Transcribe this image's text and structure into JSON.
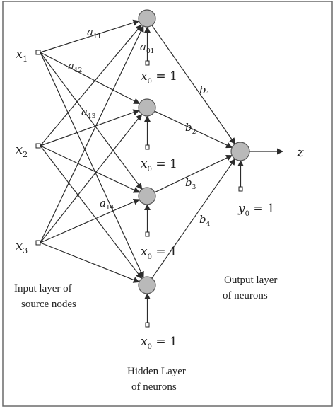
{
  "inputs": [
    {
      "var": "x",
      "sub": "1"
    },
    {
      "var": "x",
      "sub": "2"
    },
    {
      "var": "x",
      "sub": "3"
    }
  ],
  "weights_a": [
    {
      "var": "a",
      "sub": "11"
    },
    {
      "var": "a",
      "sub": "12"
    },
    {
      "var": "a",
      "sub": "13"
    },
    {
      "var": "a",
      "sub": "14"
    }
  ],
  "bias_hidden": {
    "var": "a",
    "sub": "01"
  },
  "bias_hidden_inputs": [
    {
      "var": "x",
      "sub": "0",
      "rest": " = 1"
    },
    {
      "var": "x",
      "sub": "0",
      "rest": " = 1"
    },
    {
      "var": "x",
      "sub": "0",
      "rest": " = 1"
    },
    {
      "var": "x",
      "sub": "0",
      "rest": " = 1"
    }
  ],
  "weights_b": [
    {
      "var": "b",
      "sub": "1"
    },
    {
      "var": "b",
      "sub": "2"
    },
    {
      "var": "b",
      "sub": "3"
    },
    {
      "var": "b",
      "sub": "4"
    }
  ],
  "bias_output_input": {
    "var": "y",
    "sub": "0",
    "rest": " = 1"
  },
  "output": {
    "var": "z"
  },
  "captions": {
    "input_layer": [
      "Input layer of",
      "source nodes"
    ],
    "hidden_layer": [
      "Hidden Layer",
      "of neurons"
    ],
    "output_layer": [
      "Output layer",
      "of neurons"
    ]
  },
  "colors": {
    "neuron_fill": "#b9b9b9",
    "line": "#2b2b2b",
    "frame": "#6a6a6a"
  }
}
